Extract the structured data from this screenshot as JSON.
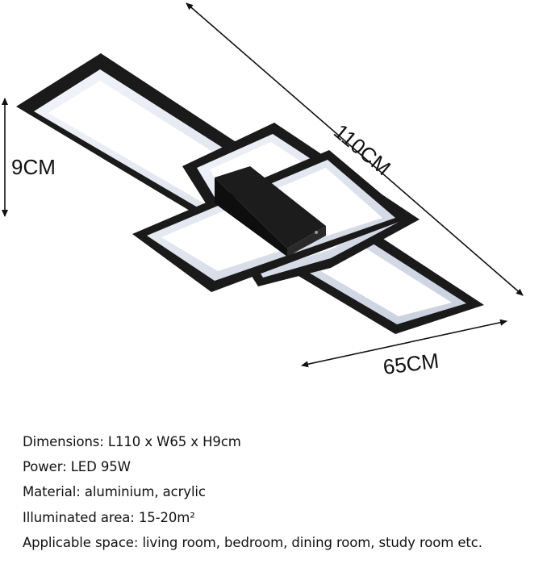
{
  "dimension_labels": {
    "length": "110CM",
    "width": "65CM",
    "height": "9CM"
  },
  "specs": [
    "Dimensions: L110 x W65 x H9cm",
    "Power: LED 95W",
    "Material: aluminium, acrylic",
    "Illuminated area: 15-20m²",
    "Applicable space: living room, bedroom, dining room, study room etc."
  ],
  "colors": {
    "frame": "#1a1a1a",
    "glow": "#dde3ee",
    "background": "#ffffff"
  }
}
